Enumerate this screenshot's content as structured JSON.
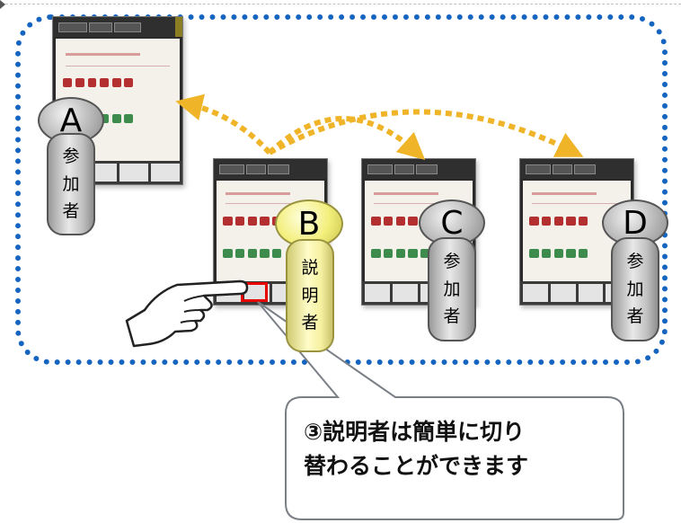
{
  "participants": [
    {
      "letter": "A",
      "role": [
        "参",
        "加",
        "者"
      ]
    },
    {
      "letter": "B",
      "role": [
        "説",
        "明",
        "者"
      ]
    },
    {
      "letter": "C",
      "role": [
        "参",
        "加",
        "者"
      ]
    },
    {
      "letter": "D",
      "role": [
        "参",
        "加",
        "者"
      ]
    }
  ],
  "callout": {
    "line1": "③説明者は簡単に切り",
    "line2": "替わることができます"
  },
  "colors": {
    "group_border": "#1565c0",
    "arrow": "#f0b429",
    "highlight": "#e60000",
    "presenter": "#f3ef7c",
    "participant": "#bdbdbd"
  }
}
